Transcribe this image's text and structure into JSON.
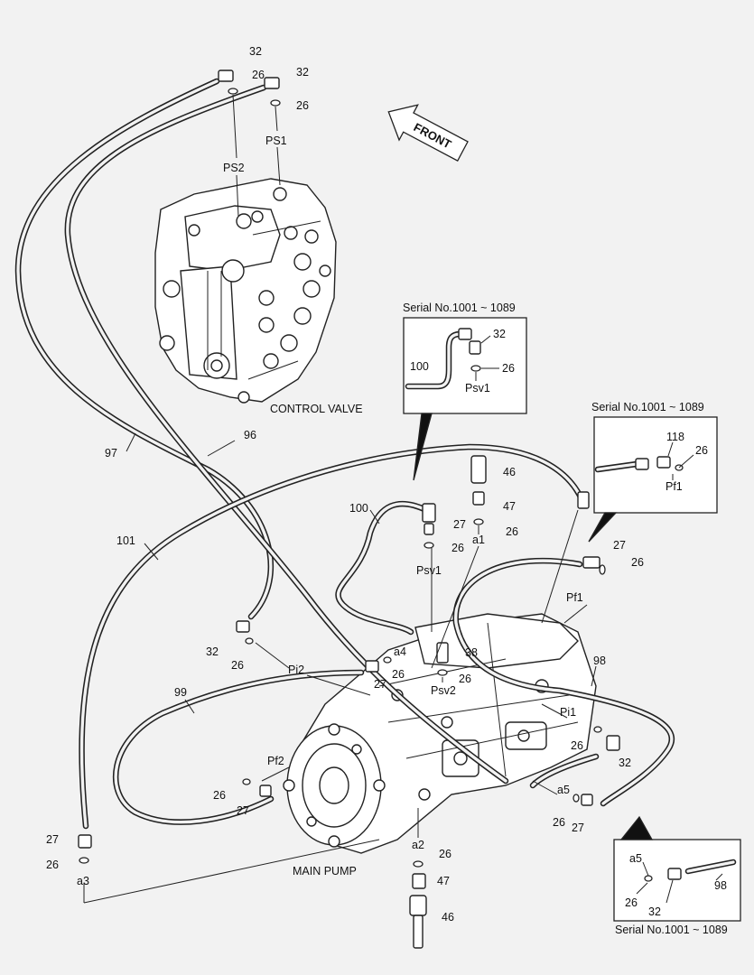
{
  "labels": {
    "front": "FRONT",
    "control_valve": "CONTROL VALVE",
    "main_pump": "MAIN PUMP",
    "serial_1": "Serial No.1001 ~ 1089",
    "serial_2": "Serial No.1001 ~ 1089",
    "serial_3": "Serial No.1001 ~ 1089"
  },
  "callouts": {
    "n32_a": "32",
    "n26_a": "26",
    "n32_b": "32",
    "n26_b": "26",
    "ps1": "PS1",
    "ps2": "PS2",
    "n97": "97",
    "n96": "96",
    "n101": "101",
    "n100": "100",
    "n46_a": "46",
    "n47_a": "47",
    "n27_a": "27",
    "n26_c": "26",
    "a1": "a1",
    "n26_d": "26",
    "psv1": "Psv1",
    "n27_b": "27",
    "n26_e": "26",
    "pf1": "Pf1",
    "n32_c": "32",
    "n26_f": "26",
    "n38": "38",
    "a4": "a4",
    "n26_g": "26",
    "pi2": "Pi2",
    "n27_c": "27",
    "n26_h": "26",
    "psv2": "Psv2",
    "n98": "98",
    "pi1": "Pi1",
    "n26_i": "26",
    "n32_d": "32",
    "n99": "99",
    "pf2": "Pf2",
    "n26_j": "26",
    "n27_d": "27",
    "a5": "a5",
    "n26_k": "26",
    "n27_e": "27",
    "n27_f": "27",
    "n26_l": "26",
    "a3": "a3",
    "a2": "a2",
    "n26_m": "26",
    "n47_b": "47",
    "n46_b": "46"
  },
  "inset_1": {
    "n32": "32",
    "n100": "100",
    "n26": "26",
    "psv1": "Psv1"
  },
  "inset_2": {
    "n118": "118",
    "n26": "26",
    "pf1": "Pf1"
  },
  "inset_3": {
    "a5": "a5",
    "n98": "98",
    "n26": "26",
    "n32": "32"
  }
}
